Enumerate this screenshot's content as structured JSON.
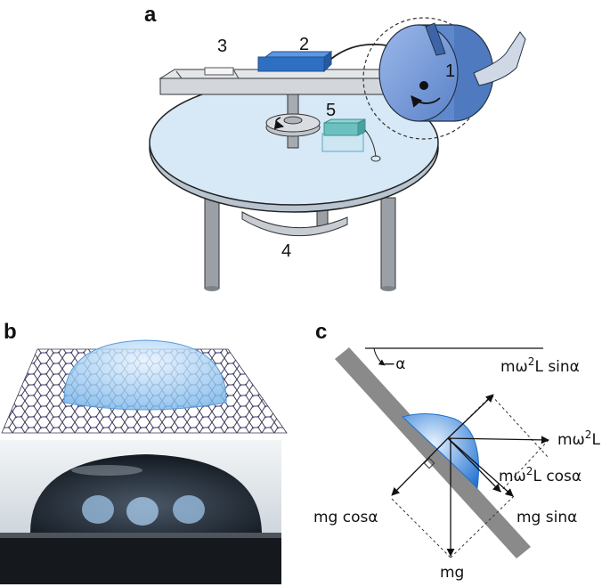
{
  "panels": {
    "a": {
      "letter": "a",
      "part_labels": [
        "1",
        "2",
        "3",
        "4",
        "5"
      ]
    },
    "b": {
      "letter": "b"
    },
    "c": {
      "letter": "c",
      "angle_label": "−α",
      "forces": {
        "centrifugal_sin": "mω",
        "centrifugal_sin_exp": "2",
        "centrifugal_sin_tail": "L sinα",
        "centrifugal": "mω",
        "centrifugal_exp": "2",
        "centrifugal_tail": "L",
        "centrifugal_cos": "mω",
        "centrifugal_cos_exp": "2",
        "centrifugal_cos_tail": "L cosα",
        "gravity_cos": "mg cosα",
        "gravity_sin": "mg sinα",
        "gravity": "mg"
      }
    }
  },
  "colors": {
    "table_top": "#d7e9f6",
    "disc_blue": "#6f95d6",
    "box_blue": "#2f6fc2",
    "box_teal": "#6cc0c0",
    "incline_gray": "#8a8a8a",
    "drop_blue": "#3a86d6",
    "graphene_node": "#4a3f8c"
  }
}
